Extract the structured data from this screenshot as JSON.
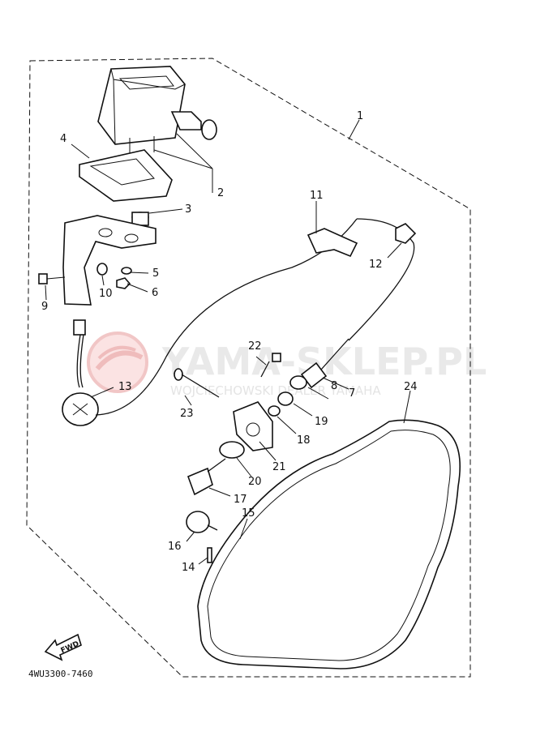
{
  "watermark": {
    "title": "YAMA-SKLEP.PL",
    "subtitle": "WOJCIECHOWSKI DEALER YAMAHA"
  },
  "callouts": [
    "1",
    "2",
    "3",
    "4",
    "5",
    "6",
    "7",
    "8",
    "9",
    "10",
    "11",
    "12",
    "13",
    "14",
    "15",
    "16",
    "17",
    "18",
    "19",
    "20",
    "21",
    "22",
    "23",
    "24"
  ],
  "fwd_label": "FWD",
  "diagram_code": "4WU3300-7460",
  "colors": {
    "line": "#111111",
    "watermark": "#e4e4e4",
    "logo": "#f2c9c9"
  }
}
